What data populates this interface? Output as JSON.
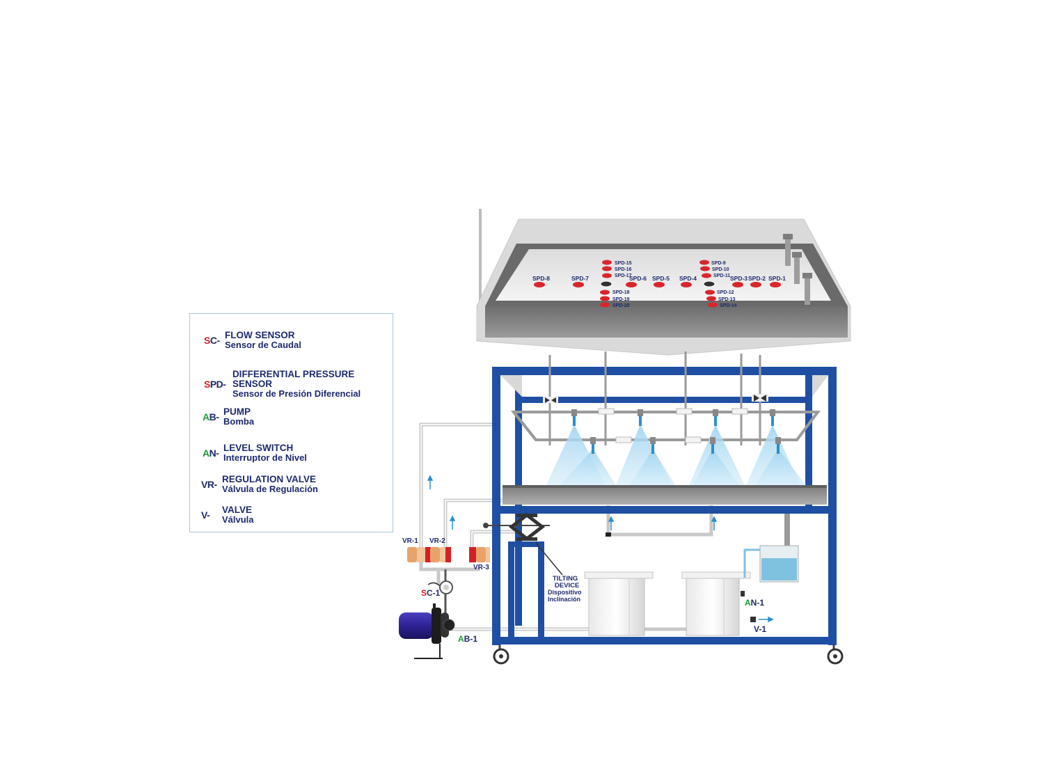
{
  "legend": [
    {
      "lead": "S",
      "rest": "C-",
      "lead_color": "#d32027",
      "en": "FLOW SENSOR",
      "es": "Sensor de Caudal"
    },
    {
      "lead": "S",
      "rest": "PD-",
      "lead_color": "#d32027",
      "en": "DIFFERENTIAL PRESSURE SENSOR",
      "es": "Sensor de Presión Diferencial"
    },
    {
      "lead": "A",
      "rest": "B-",
      "lead_color": "#1a9a3a",
      "en": "PUMP",
      "es": "Bomba"
    },
    {
      "lead": "A",
      "rest": "N-",
      "lead_color": "#1a9a3a",
      "en": "LEVEL SWITCH",
      "es": "Interruptor de Nivel"
    },
    {
      "lead": "",
      "rest": "VR-",
      "lead_color": "",
      "en": "REGULATION VALVE",
      "es": "Válvula de Regulación"
    },
    {
      "lead": "",
      "rest": "V-",
      "lead_color": "",
      "en": "VALVE",
      "es": "Válvula"
    }
  ],
  "sensors_row": [
    "SPD-8",
    "SPD-7",
    "SPD-6",
    "SPD-5",
    "SPD-4",
    "SPD-3",
    "SPD-2",
    "SPD-1"
  ],
  "sensors_col_left_top": [
    "SPD-15",
    "SPD-16",
    "SPD-17"
  ],
  "sensors_col_left_bottom": [
    "SPD-18",
    "SPD-19",
    "SPD-20"
  ],
  "sensors_col_right_top": [
    "SPD-9",
    "SPD-10",
    "SPD-11"
  ],
  "sensors_col_right_bottom": [
    "SPD-12",
    "SPD-13",
    "SPD-14"
  ],
  "valves": {
    "vr1": "VR-1",
    "vr2": "VR-2",
    "vr3": "VR-3",
    "v1_lead": "",
    "v1_rest": "V-1"
  },
  "flow_sensor": {
    "lead": "S",
    "rest": "C-1"
  },
  "pump": {
    "lead": "A",
    "rest": "B-1"
  },
  "level_switch": {
    "lead": "A",
    "rest": "N-1"
  },
  "tilting_device": {
    "line1": "TILTING",
    "line2": "DEVICE",
    "line3": "Dispositivo",
    "line4": "Inclinación"
  },
  "colors": {
    "frame": "#1f4fa3",
    "label": "#1d2a6e",
    "red": "#d32027",
    "green": "#1a9a3a",
    "sensor": "#d9262c",
    "spray": "#bfe2f6"
  }
}
